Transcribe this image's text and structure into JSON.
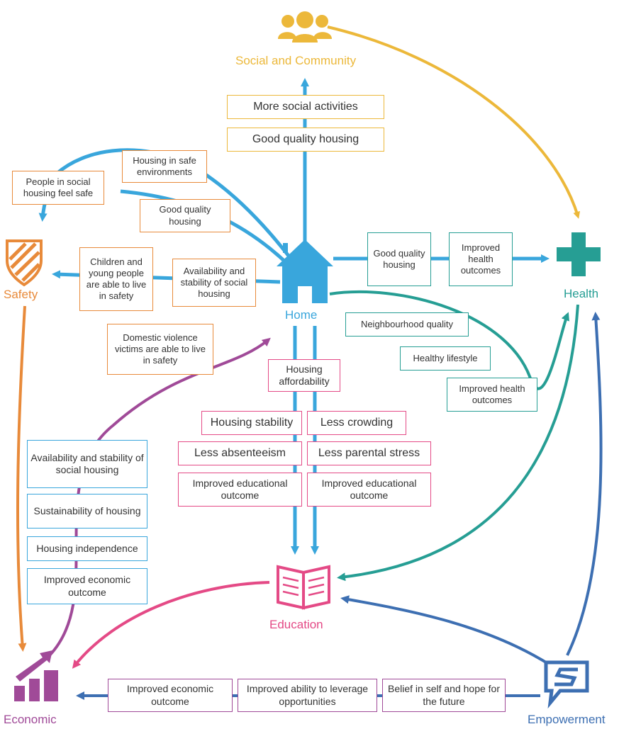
{
  "colors": {
    "social": "#ecb83a",
    "safety": "#e88a3a",
    "home": "#39a6dc",
    "health": "#269e94",
    "education": "#e44a86",
    "economic": "#a04a98",
    "empowerment": "#3d6fb2"
  },
  "nodes": {
    "social": {
      "label": "Social and Community",
      "icon": "people-group-icon"
    },
    "safety": {
      "label": "Safety",
      "icon": "shield-icon"
    },
    "home": {
      "label": "Home",
      "icon": "house-icon"
    },
    "health": {
      "label": "Health",
      "icon": "medical-cross-icon"
    },
    "education": {
      "label": "Education",
      "icon": "open-book-icon"
    },
    "economic": {
      "label": "Economic",
      "icon": "bar-chart-growth-icon"
    },
    "empowerment": {
      "label": "Empowerment",
      "icon": "speech-bubble-icon"
    }
  },
  "boxes": {
    "social_1": "More social activities",
    "social_2": "Good quality housing",
    "safety_1": "Housing in safe environments",
    "safety_2": "People in social housing feel safe",
    "safety_3": "Good quality housing",
    "safety_4": "Children and young people are able to live in safety",
    "safety_5": "Availability and stability of social housing",
    "safety_6": "Domestic violence victims are able to live in safety",
    "health_1": "Good quality housing",
    "health_2": "Improved health outcomes",
    "health_3": "Neighbourhood quality",
    "health_4": "Healthy lifestyle",
    "health_5": "Improved health outcomes",
    "edu_1": "Housing affordability",
    "edu_2": "Housing stability",
    "edu_3": "Less crowding",
    "edu_4": "Less absenteeism",
    "edu_5": "Less parental stress",
    "edu_6": "Improved educational outcome",
    "edu_7": "Improved educational outcome",
    "econ_1": "Availability and stability of social housing",
    "econ_2": "Sustainability of housing",
    "econ_3": "Housing independence",
    "econ_4": "Improved economic outcome",
    "emp_1": "Belief in self and hope for the future",
    "emp_2": "Improved ability to leverage opportunities",
    "emp_3": "Improved economic outcome"
  }
}
